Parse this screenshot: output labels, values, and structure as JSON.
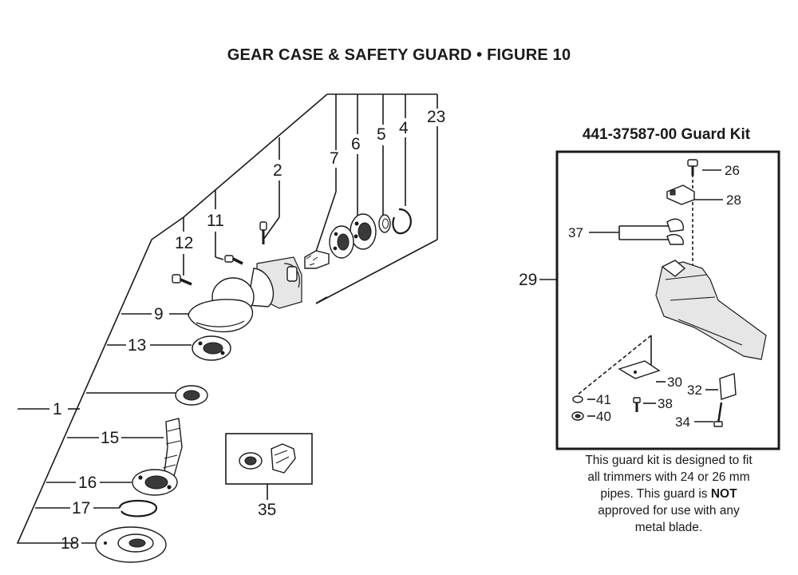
{
  "title": "GEAR CASE & SAFETY GUARD  •  FIGURE 10",
  "kit": {
    "title": "441-37587-00 Guard Kit",
    "note": {
      "line1": "This guard kit is designed to fit",
      "line2": "all trimmers with 24 or 26 mm",
      "line3_pre": "pipes. This guard is ",
      "line3_bold": "NOT",
      "line4": "approved for use with any",
      "line5": "metal blade."
    }
  },
  "callouts": {
    "p1": "1",
    "p2": "2",
    "p4": "4",
    "p5": "5",
    "p6": "6",
    "p7": "7",
    "p9": "9",
    "p11": "11",
    "p12": "12",
    "p13": "13",
    "p15": "15",
    "p16": "16",
    "p17": "17",
    "p18": "18",
    "p23": "23",
    "p35": "35",
    "p26": "26",
    "p28": "28",
    "p29": "29",
    "p30": "30",
    "p32": "32",
    "p34": "34",
    "p37": "37",
    "p38": "38",
    "p40": "40",
    "p41": "41"
  }
}
